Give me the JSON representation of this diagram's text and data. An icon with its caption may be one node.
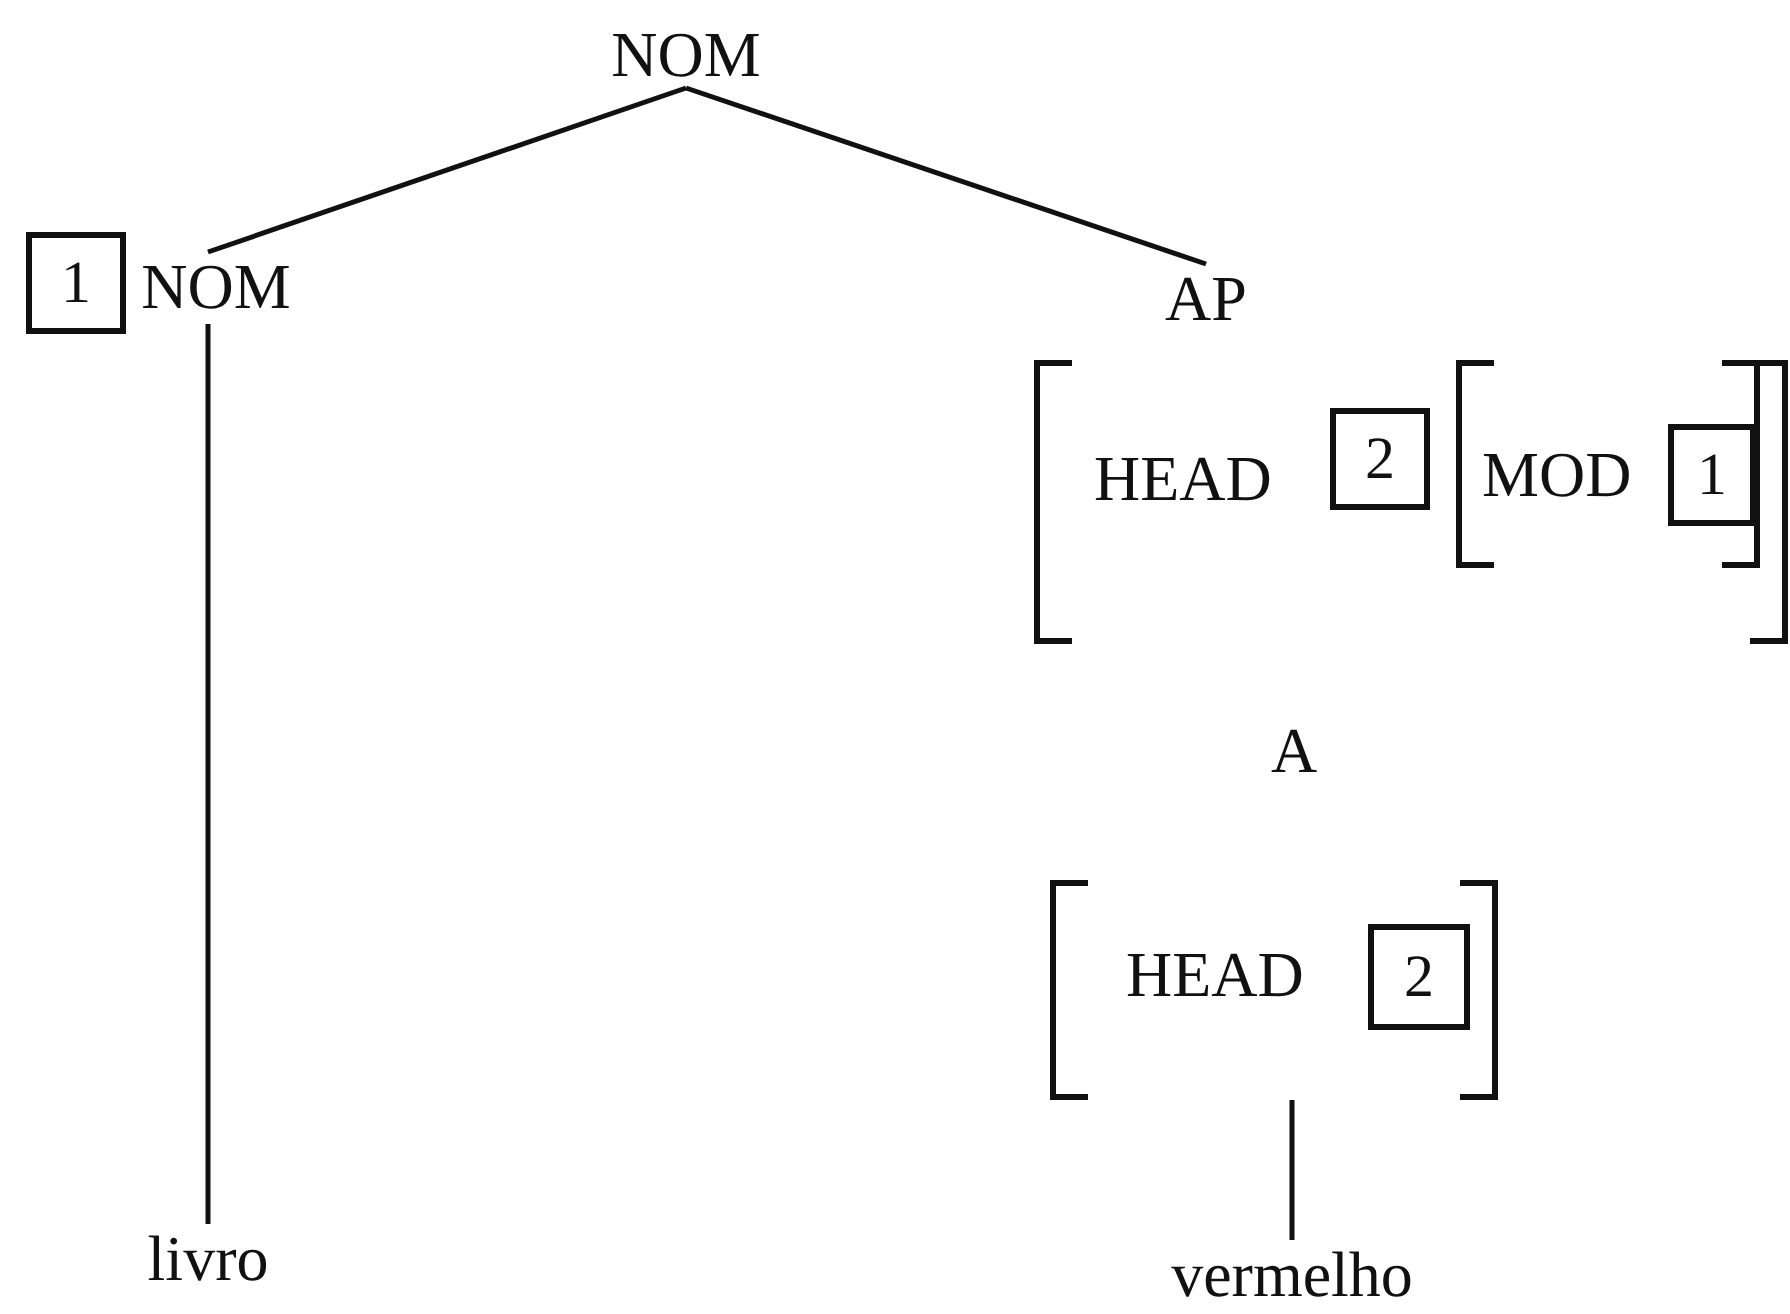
{
  "diagram": {
    "nodes": [
      {
        "text": [
          "NOM"
        ]
      },
      {
        "text": [
          "1"
        ]
      },
      {
        "text": [
          "NOM"
        ]
      },
      {
        "text": [
          "AP"
        ]
      },
      {
        "text": [
          "HEAD"
        ]
      },
      {
        "text": [
          "2"
        ],
        "in": 4
      },
      {
        "text": [
          "MOD"
        ],
        "in": 4
      },
      {
        "text": [
          "1"
        ],
        "in": 6
      },
      {
        "text": [
          "A"
        ]
      },
      {
        "text": [
          "HEAD"
        ]
      },
      {
        "text": [
          "2"
        ],
        "in": 9
      },
      {
        "text": [
          "livro"
        ]
      },
      {
        "text": [
          "vermelho"
        ]
      }
    ],
    "edges": [
      {
        "from": 0,
        "to": 2,
        "arrow": "none"
      },
      {
        "from": 0,
        "to": 3,
        "arrow": "none"
      },
      {
        "from": 2,
        "to": 11,
        "arrow": "none"
      },
      {
        "from": 9,
        "to": 12,
        "arrow": "none"
      }
    ]
  }
}
